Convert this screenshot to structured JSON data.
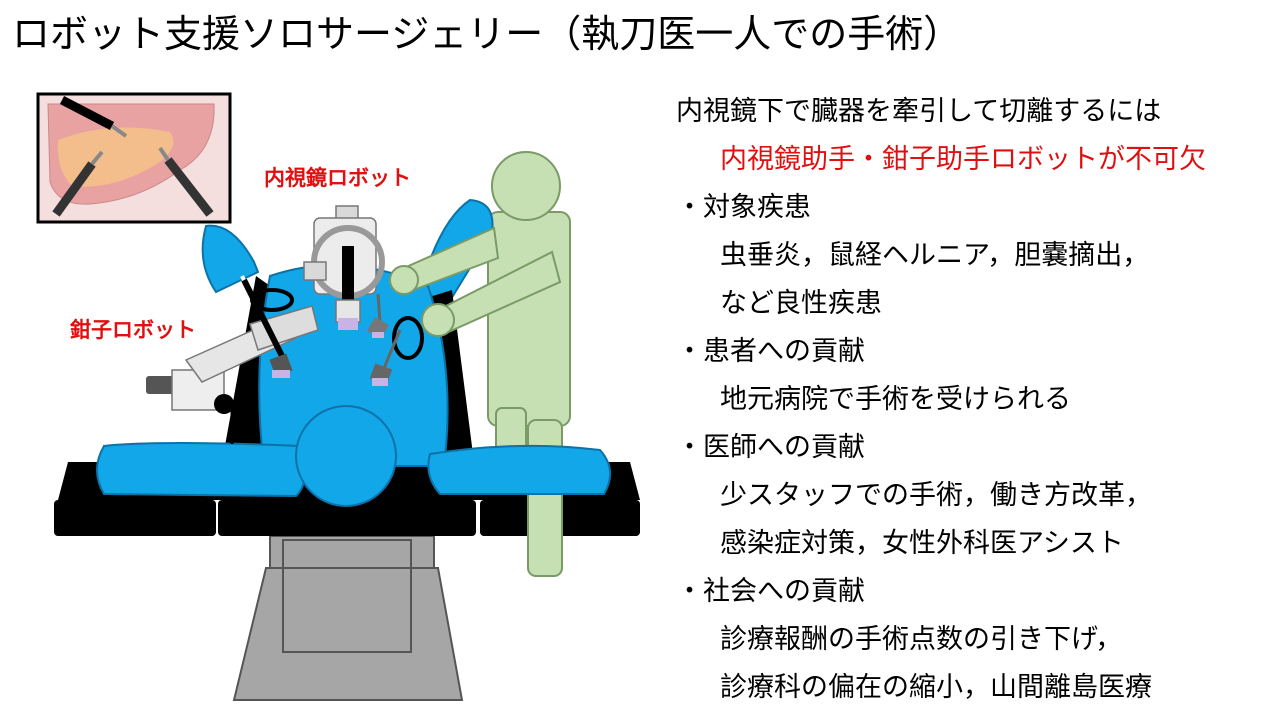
{
  "title": "ロボット支援ソロサージェリー（執刀医一人での手術）",
  "labels": {
    "endoscope_robot": "内視鏡ロボット",
    "forceps_robot": "鉗子ロボット"
  },
  "right_panel": {
    "intro": "内視鏡下で臓器を牽引して切離するには",
    "intro_emphasis": "内視鏡助手・鉗子助手ロボットが不可欠",
    "sections": [
      {
        "heading": "・対象疾患",
        "lines": [
          "虫垂炎，鼠経ヘルニア，胆嚢摘出，",
          "など良性疾患"
        ]
      },
      {
        "heading": "・患者への貢献",
        "lines": [
          "地元病院で手術を受けられる"
        ]
      },
      {
        "heading": "・医師への貢献",
        "lines": [
          "少スタッフでの手術，働き方改革，",
          "感染症対策，女性外科医アシスト"
        ]
      },
      {
        "heading": "・社会への貢献",
        "lines": [
          "診療報酬の手術点数の引き下げ，",
          "診療科の偏在の縮小，山間離島医療"
        ]
      }
    ]
  },
  "colors": {
    "patient_blue": "#12a7e8",
    "surgeon_green": "#c6e0b4",
    "emphasis_red": "#e01010",
    "table_black": "#000000",
    "base_gray": "#a6a6a6"
  }
}
